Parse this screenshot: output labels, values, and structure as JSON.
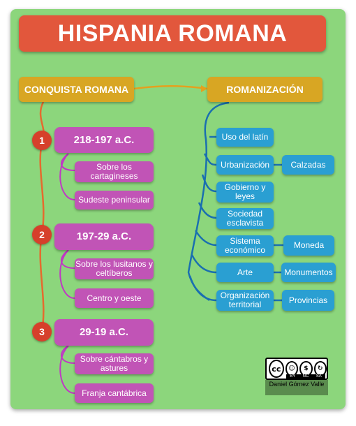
{
  "title": "HISPANIA ROMANA",
  "conquista": {
    "label": "CONQUISTA ROMANA",
    "phases": [
      {
        "number": "1",
        "period": "218-197 a.C.",
        "items": [
          "Sobre los cartagineses",
          "Sudeste peninsular"
        ]
      },
      {
        "number": "2",
        "period": "197-29 a.C.",
        "items": [
          "Sobre los lusitanos y celtíberos",
          "Centro y oeste"
        ]
      },
      {
        "number": "3",
        "period": "29-19 a.C.",
        "items": [
          "Sobre cántabros y astures",
          "Franja cantábrica"
        ]
      }
    ]
  },
  "romanizacion": {
    "label": "ROMANIZACIÓN",
    "items": [
      {
        "label": "Uso del latín"
      },
      {
        "label": "Urbanización",
        "child": "Calzadas"
      },
      {
        "label": "Gobierno y leyes"
      },
      {
        "label": "Sociedad esclavista"
      },
      {
        "label": "Sistema económico",
        "child": "Moneda"
      },
      {
        "label": "Arte",
        "child": "Monumentos"
      },
      {
        "label": "Organización territorial",
        "child": "Provincias"
      }
    ]
  },
  "license": {
    "cc": "cc",
    "by": "BY",
    "nc": "NC",
    "sa": "SA",
    "author": "Daniel Gómez Valle"
  },
  "colors": {
    "title": "#e2573c",
    "board": "#8cd67c",
    "yellow": "#d8a623",
    "purple": "#c154b6",
    "blue": "#2a9fd2",
    "number": "#d6402b",
    "orange_line": "#e56b2e",
    "purple_line": "#c038c4",
    "blue_line": "#1a6fb0"
  }
}
